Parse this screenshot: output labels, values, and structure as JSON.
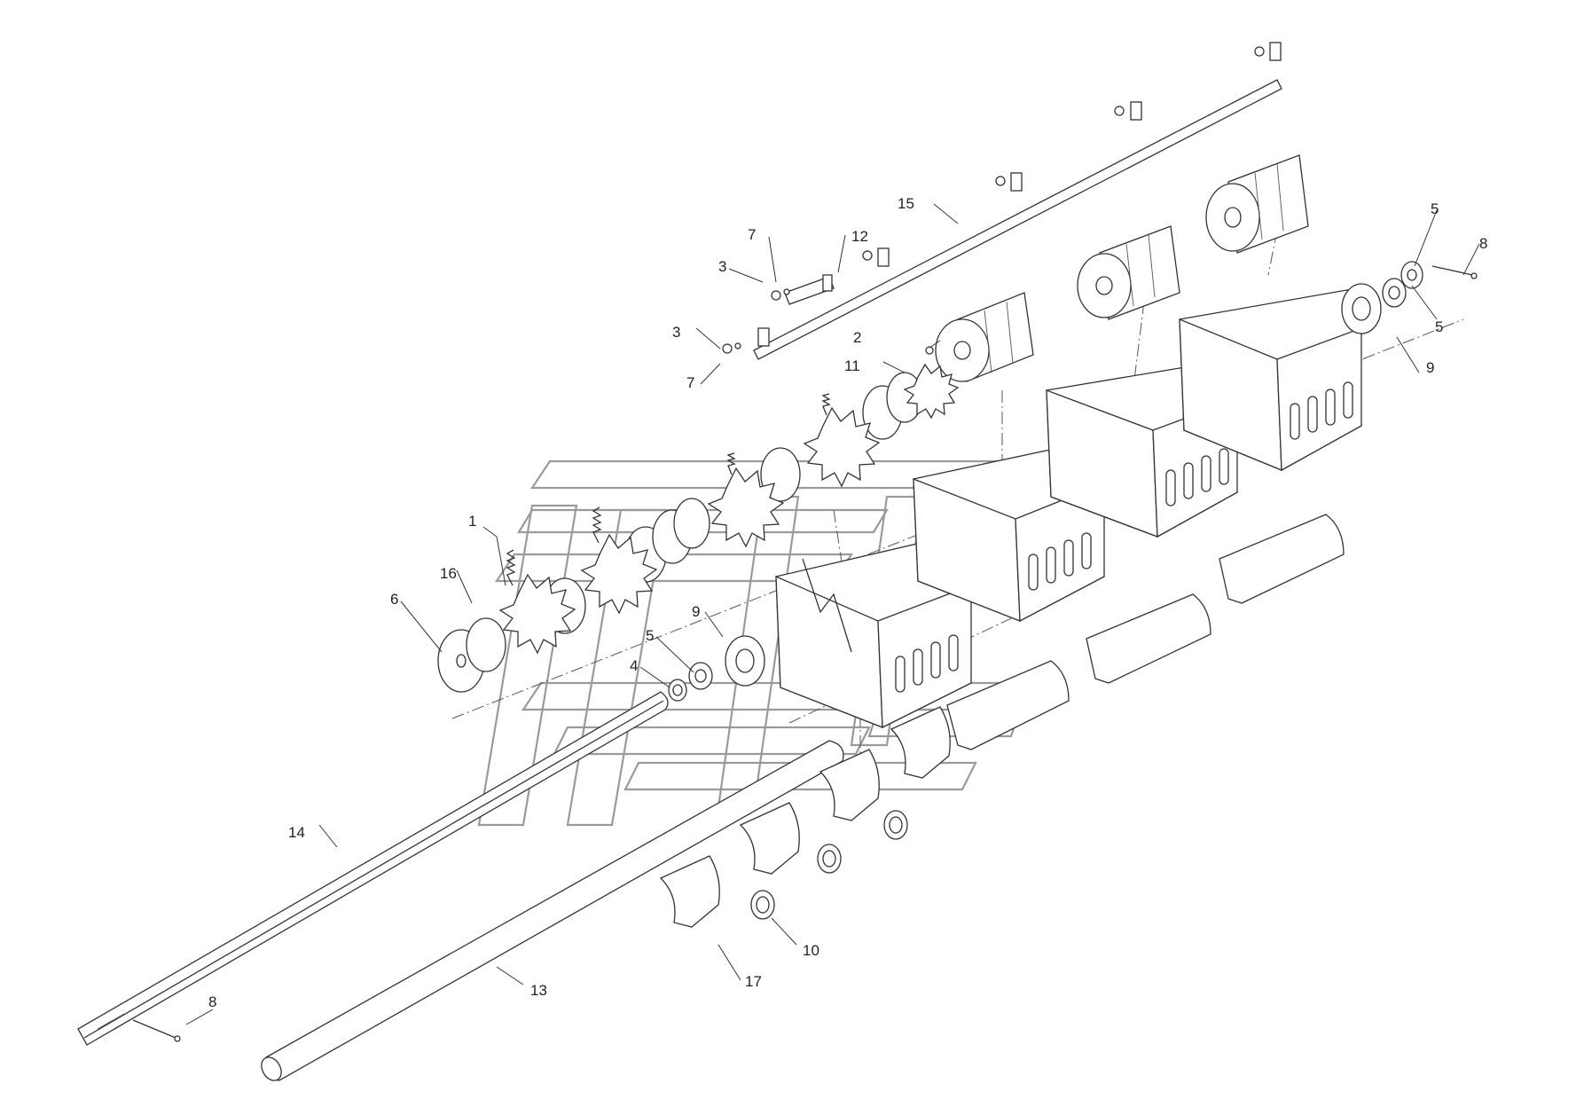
{
  "callouts": [
    {
      "id": "c1",
      "text": "1"
    },
    {
      "id": "c2",
      "text": "2"
    },
    {
      "id": "c3a",
      "text": "3"
    },
    {
      "id": "c3b",
      "text": "3"
    },
    {
      "id": "c4",
      "text": "4"
    },
    {
      "id": "c5a",
      "text": "5"
    },
    {
      "id": "c5b",
      "text": "5"
    },
    {
      "id": "c5c",
      "text": "5"
    },
    {
      "id": "c6",
      "text": "6"
    },
    {
      "id": "c7a",
      "text": "7"
    },
    {
      "id": "c7b",
      "text": "7"
    },
    {
      "id": "c8a",
      "text": "8"
    },
    {
      "id": "c8b",
      "text": "8"
    },
    {
      "id": "c9a",
      "text": "9"
    },
    {
      "id": "c9b",
      "text": "9"
    },
    {
      "id": "c10",
      "text": "10"
    },
    {
      "id": "c11",
      "text": "11"
    },
    {
      "id": "c12",
      "text": "12"
    },
    {
      "id": "c13",
      "text": "13"
    },
    {
      "id": "c14",
      "text": "14"
    },
    {
      "id": "c15",
      "text": "15"
    },
    {
      "id": "c16",
      "text": "16"
    },
    {
      "id": "c17",
      "text": "17"
    }
  ],
  "colors": {
    "line": "#333333",
    "watermark": "#9a9a9a",
    "background": "#ffffff"
  }
}
